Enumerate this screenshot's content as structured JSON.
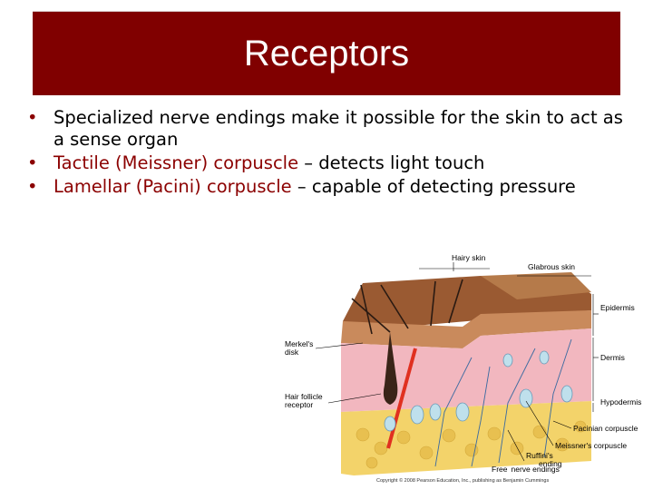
{
  "slide": {
    "title": "Receptors",
    "bullets": [
      {
        "text": "Specialized nerve endings make it possible for the skin to act as a sense organ"
      },
      {
        "term": "Tactile (Meissner) corpuscle",
        "rest": " – detects light touch"
      },
      {
        "term": "Lamellar (Pacini) corpuscle",
        "rest": " – capable of detecting pressure"
      }
    ]
  },
  "figure": {
    "labels": {
      "hairy_skin": "Hairy skin",
      "glabrous_skin": "Glabrous skin",
      "epidermis": "Epidermis",
      "dermis": "Dermis",
      "hypodermis": "Hypodermis",
      "merkels_disk_1": "Merkel's",
      "merkels_disk_2": "disk",
      "hair_follicle_1": "Hair follicle",
      "hair_follicle_2": "receptor",
      "pacinian": "Pacinian corpuscle",
      "meissners": "Meissner's corpuscle",
      "ruffinis_1": "Ruffini's",
      "ruffinis_2": "ending",
      "free_nerve_1": "Free",
      "free_nerve_2": "nerve endings",
      "copyright": "Copyright © 2008 Pearson Education, Inc., publishing as Benjamin Cummings"
    }
  }
}
